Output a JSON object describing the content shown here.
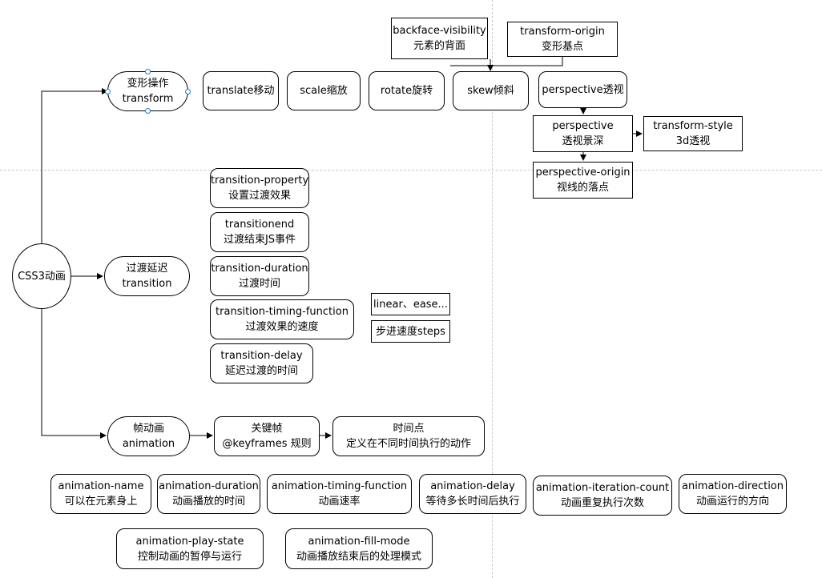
{
  "root": {
    "line1": "CSS3动画"
  },
  "transform": {
    "category": {
      "line1": "变形操作",
      "line2": "transform"
    },
    "translate": {
      "line1": "translate移动"
    },
    "scale": {
      "line1": "scale缩放"
    },
    "rotate": {
      "line1": "rotate旋转"
    },
    "skew": {
      "line1": "skew倾斜"
    },
    "perspective_item": {
      "line1": "perspective透视"
    },
    "backface": {
      "line1": "backface-visibility",
      "line2": "元素的背面"
    },
    "origin": {
      "line1": "transform-origin",
      "line2": "变形基点"
    },
    "perspective_depth": {
      "line1": "perspective",
      "line2": "透视景深"
    },
    "style3d": {
      "line1": "transform-style",
      "line2": "3d透视"
    },
    "perspective_origin": {
      "line1": "perspective-origin",
      "line2": "视线的落点"
    }
  },
  "transition": {
    "category": {
      "line1": "过渡延迟",
      "line2": "transition"
    },
    "property": {
      "line1": "transition-property",
      "line2": "设置过渡效果"
    },
    "end": {
      "line1": "transitionend",
      "line2": "过渡结束JS事件"
    },
    "duration": {
      "line1": "transition-duration",
      "line2": "过渡时间"
    },
    "timing": {
      "line1": "transition-timing-function",
      "line2": "过渡效果的速度"
    },
    "linear": {
      "line1": "linear、ease..."
    },
    "steps": {
      "line1": "步进速度steps"
    },
    "delay": {
      "line1": "transition-delay",
      "line2": "延迟过渡的时间"
    }
  },
  "animation": {
    "category": {
      "line1": "帧动画",
      "line2": "animation"
    },
    "keyframes": {
      "line1": "关键帧",
      "line2": "@keyframes 规则"
    },
    "timepoint": {
      "line1": "时间点",
      "line2": "定义在不同时间执行的动作"
    },
    "name": {
      "line1": "animation-name",
      "line2": "可以在元素身上"
    },
    "duration": {
      "line1": "animation-duration",
      "line2": "动画播放的时间"
    },
    "timing": {
      "line1": "animation-timing-function",
      "line2": "动画速率"
    },
    "delay": {
      "line1": "animation-delay",
      "line2": "等待多长时间后执行"
    },
    "iteration": {
      "line1": "animation-iteration-count",
      "line2": "动画重复执行次数"
    },
    "direction": {
      "line1": "animation-direction",
      "line2": "动画运行的方向"
    },
    "play_state": {
      "line1": "animation-play-state",
      "line2": "控制动画的暂停与运行"
    },
    "fill_mode": {
      "line1": "animation-fill-mode",
      "line2": "动画播放结束后的处理模式"
    }
  },
  "colors": {
    "line": "#000000",
    "handle": "#1f7fd6",
    "guide": "#c8c8c8"
  }
}
